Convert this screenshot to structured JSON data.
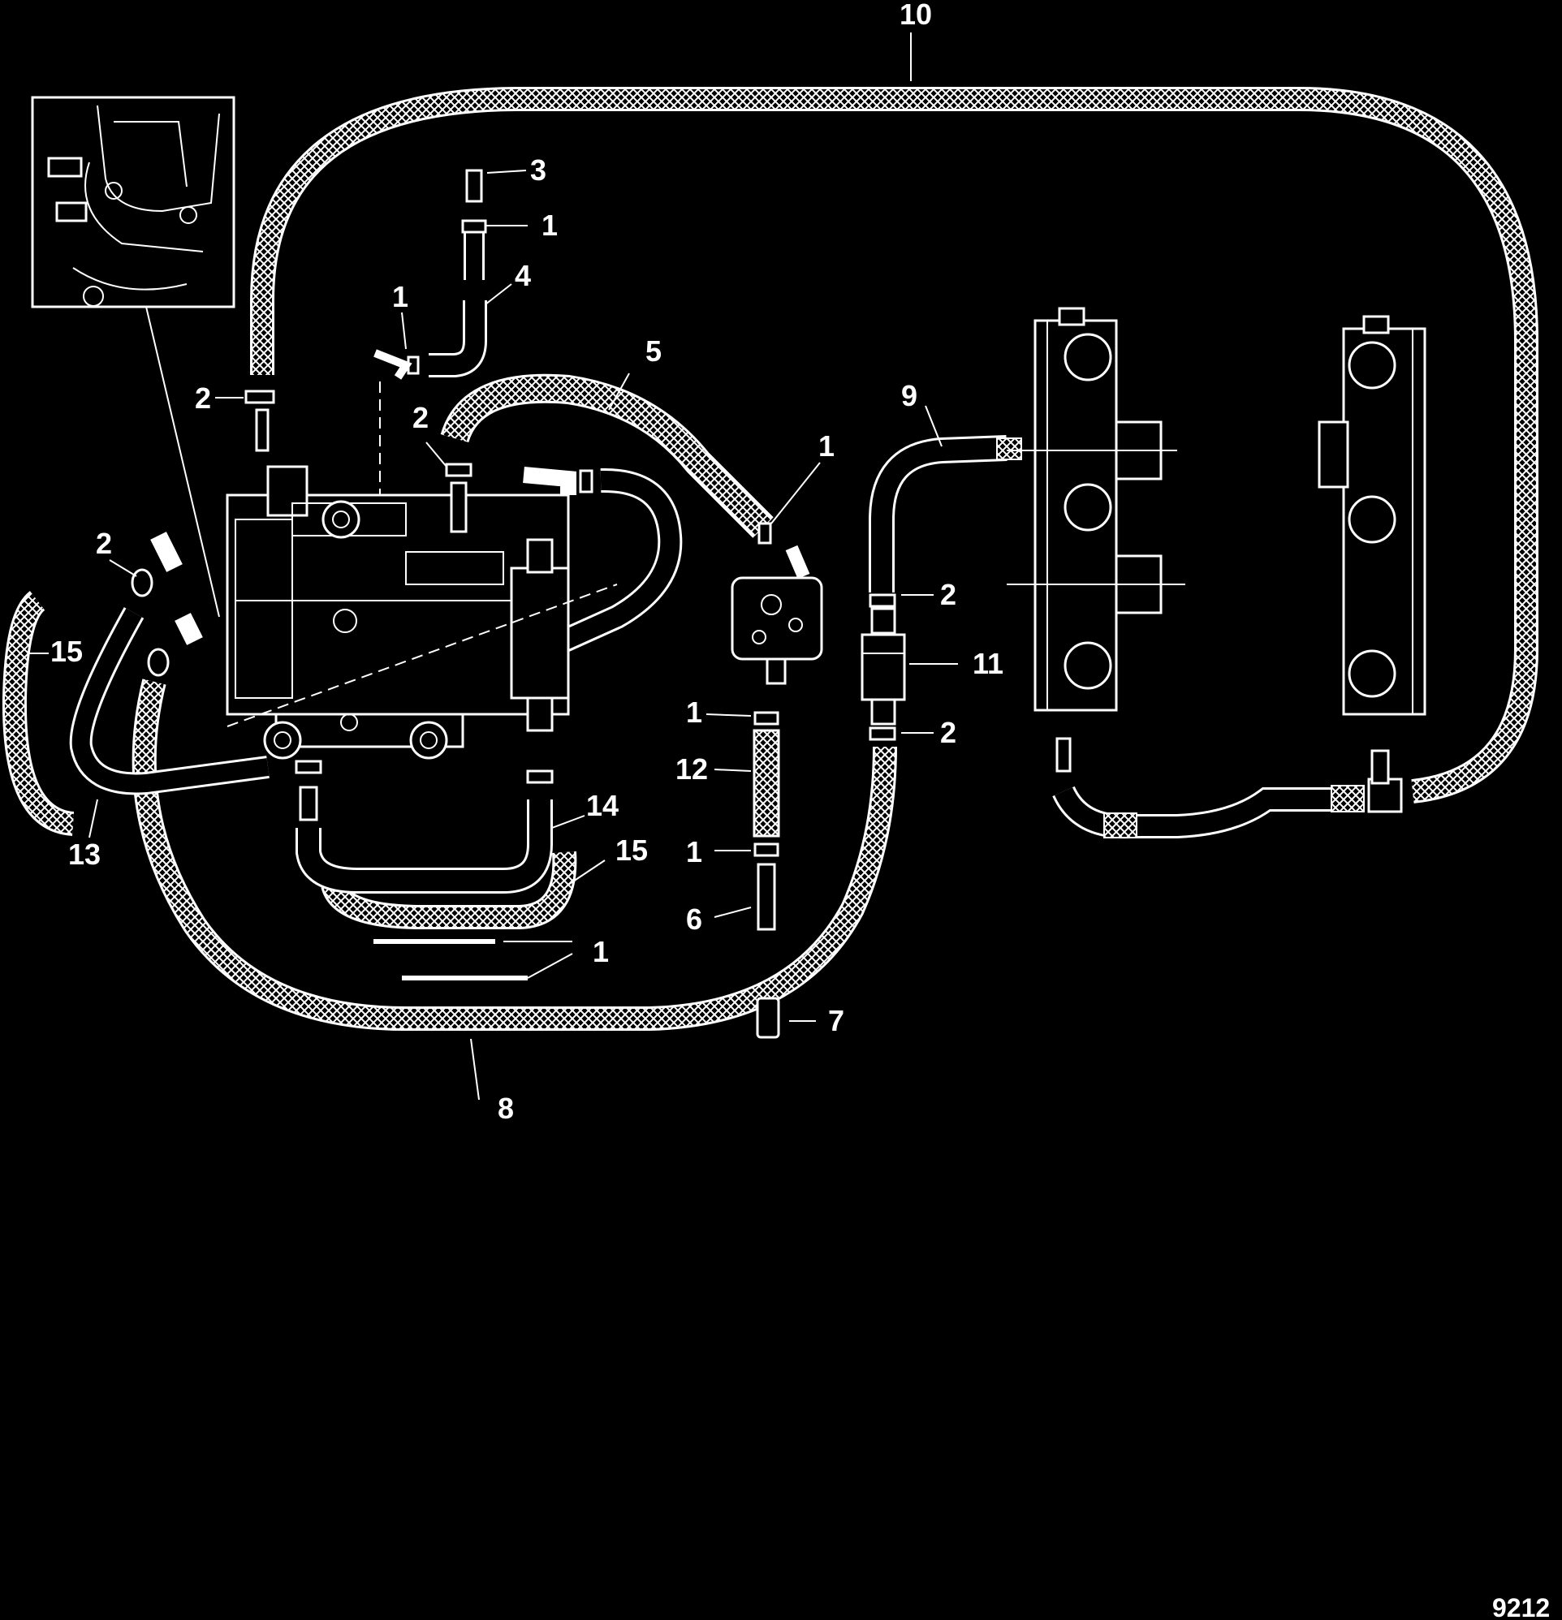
{
  "colors": {
    "background": "#000000",
    "ink": "#ffffff"
  },
  "figure_number": "9212",
  "callouts": [
    "1",
    "2",
    "3",
    "4",
    "5",
    "6",
    "7",
    "8",
    "9",
    "10",
    "11",
    "12",
    "13",
    "14",
    "15"
  ]
}
